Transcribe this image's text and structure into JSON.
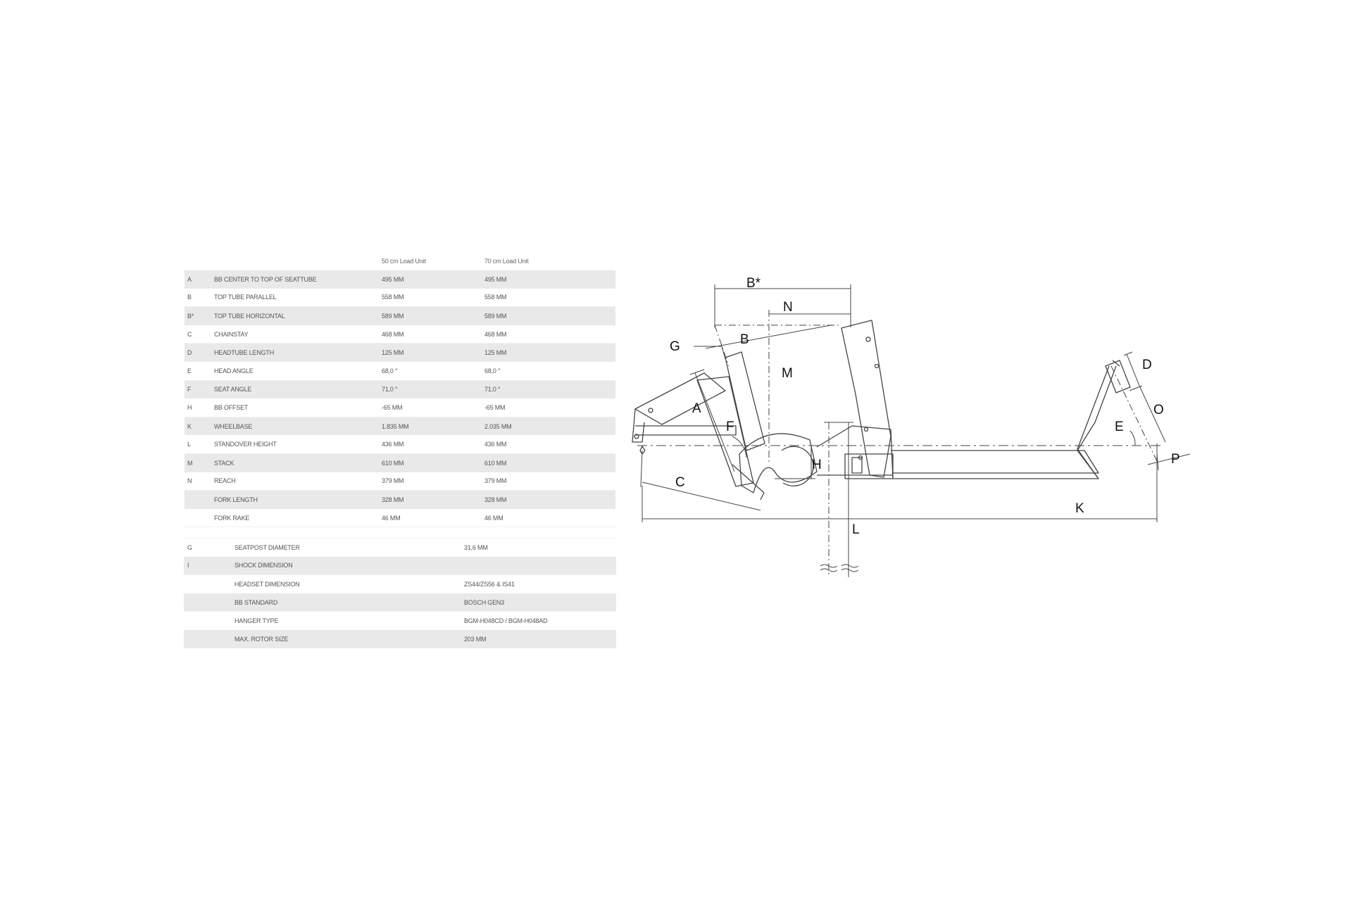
{
  "geometry": {
    "columns": [
      "50 cm Load Unit",
      "70 cm Load Unit"
    ],
    "rows": [
      {
        "code": "A",
        "name": "BB CENTER TO TOP OF SEATTUBE",
        "v1": "495 MM",
        "v2": "495 MM"
      },
      {
        "code": "B",
        "name": "TOP TUBE PARALLEL",
        "v1": "558 MM",
        "v2": "558 MM"
      },
      {
        "code": "B*",
        "name": "TOP TUBE HORIZONTAL",
        "v1": "589 MM",
        "v2": "589 MM"
      },
      {
        "code": "C",
        "name": "CHAINSTAY",
        "v1": "468 MM",
        "v2": "468 MM"
      },
      {
        "code": "D",
        "name": "HEADTUBE LENGTH",
        "v1": "125 MM",
        "v2": "125 MM"
      },
      {
        "code": "E",
        "name": "HEAD ANGLE",
        "v1": "68,0 °",
        "v2": "68,0 °"
      },
      {
        "code": "F",
        "name": "SEAT ANGLE",
        "v1": "71,0 °",
        "v2": "71,0 °"
      },
      {
        "code": "H",
        "name": "BB OFFSET",
        "v1": "-65 MM",
        "v2": "-65 MM"
      },
      {
        "code": "K",
        "name": "WHEELBASE",
        "v1": "1.835 MM",
        "v2": "2.035 MM"
      },
      {
        "code": "L",
        "name": "STANDOVER HEIGHT",
        "v1": "436 MM",
        "v2": "436 MM"
      },
      {
        "code": "M",
        "name": "STACK",
        "v1": "610 MM",
        "v2": "610 MM"
      },
      {
        "code": "N",
        "name": "REACH",
        "v1": "379 MM",
        "v2": "379 MM"
      },
      {
        "code": "",
        "name": "FORK LENGTH",
        "v1": "328 MM",
        "v2": "328 MM"
      },
      {
        "code": "",
        "name": "FORK RAKE",
        "v1": "46 MM",
        "v2": "46 MM"
      }
    ]
  },
  "specs": [
    {
      "code": "G",
      "name": "SEATPOST DIAMETER",
      "value": "31,6 MM"
    },
    {
      "code": "I",
      "name": "SHOCK DIMENSION",
      "value": ""
    },
    {
      "code": "",
      "name": "HEADSET DIMENSION",
      "value": "ZS44/ZS56 & IS41"
    },
    {
      "code": "",
      "name": "BB STANDARD",
      "value": "BOSCH GEN3"
    },
    {
      "code": "",
      "name": "HANGER TYPE",
      "value": "BGM-H048CD / BGM-H048AD"
    },
    {
      "code": "",
      "name": "MAX. ROTOR SIZE",
      "value": "203 MM"
    }
  ],
  "diagram_labels": {
    "b_star": "B*",
    "n": "N",
    "b": "B",
    "g": "G",
    "m": "M",
    "a": "A",
    "f": "F",
    "h": "H",
    "c": "C",
    "l": "L",
    "d": "D",
    "o": "O",
    "e": "E",
    "p": "P",
    "k": "K"
  },
  "colors": {
    "line": "#444444",
    "row_shade": "#e9e9e9"
  }
}
